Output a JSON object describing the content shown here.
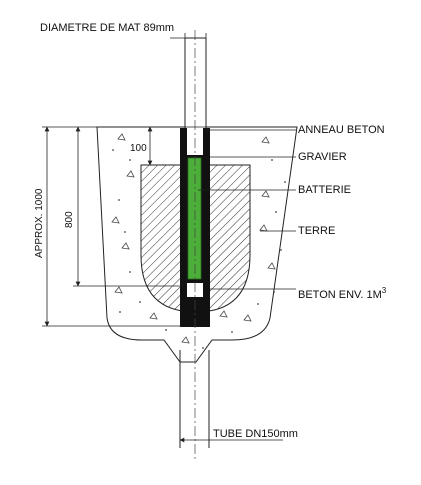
{
  "diagram": {
    "top_label": "DIAMETRE DE MAT 89mm",
    "labels": {
      "anneau": "ANNEAU BETON",
      "gravier": "GRAVIER",
      "batterie": "BATTERIE",
      "terre": "TERRE",
      "beton_env": "BETON ENV. 1M",
      "beton_env_exp": "3",
      "tube": "TUBE DN150mm"
    },
    "dimensions": {
      "approx": "APPROX. 1000",
      "d800": "800",
      "d100": "100"
    },
    "colors": {
      "battery": "#4caf3a",
      "sleeve": "#111111",
      "hatch": "#333333",
      "line": "#222222"
    }
  }
}
